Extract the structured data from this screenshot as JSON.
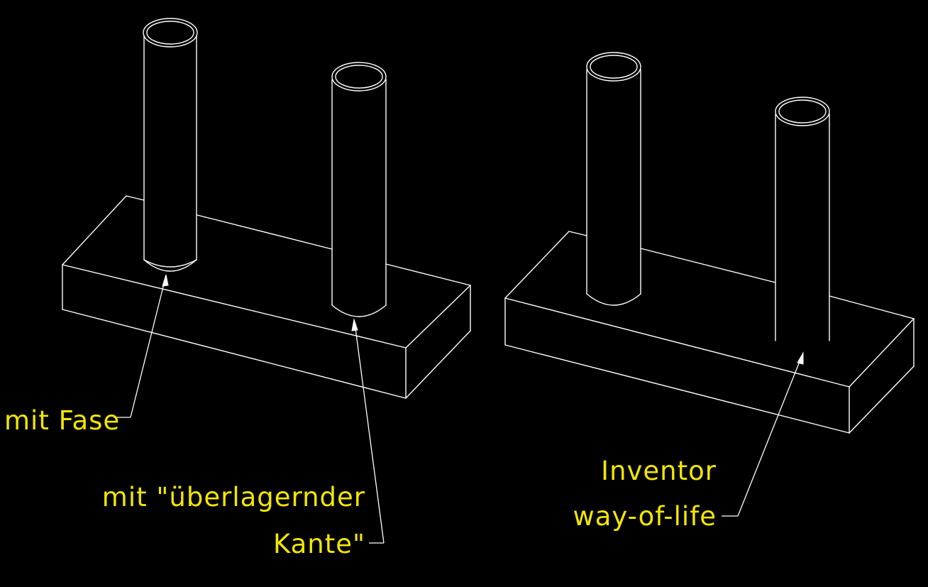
{
  "colors": {
    "background": "#000000",
    "geometry": "#ffffff",
    "annotation_text": "#f2e600"
  },
  "annotations": {
    "mit_fase": "mit Fase",
    "ueberlagernd_line1": "mit \"überlagernder",
    "ueberlagernd_line2": "Kante\"",
    "inventor_line1": "Inventor",
    "inventor_line2": "way-of-life"
  }
}
